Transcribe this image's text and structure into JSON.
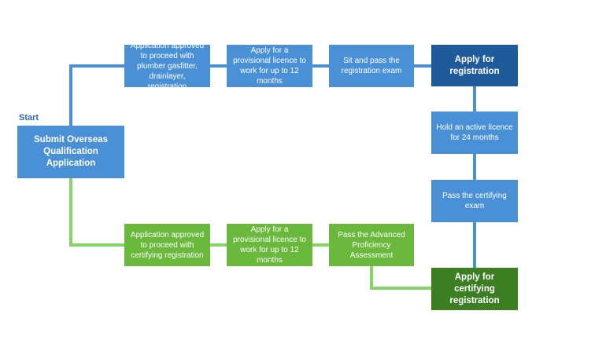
{
  "start_label": "Start",
  "colors": {
    "blue": "#4a90d6",
    "dark_blue": "#1f5a9a",
    "green": "#6ab93c",
    "dark_green": "#3c7f23",
    "blue_line": "#4a90d6",
    "green_line": "#86d46a"
  },
  "nodes": {
    "submit": "Submit Overseas Qualification Application",
    "approved_registration": "Application approved to proceed with plumber gasfitter, drainlayer, registration",
    "provisional_registration": "Apply for a provisional licence to work for up to 12 months",
    "registration_exam": "Sit and pass the registration exam",
    "apply_registration": "Apply for registration",
    "active_licence": "Hold an active licence for 24 months",
    "certifying_exam": "Pass the certifying exam",
    "approved_certifying": "Application approved to proceed with certifying registration",
    "provisional_certifying": "Apply for a provisional licence to work for up to 12 months",
    "advanced_assessment": "Pass the Advanced Proficiency Assessment",
    "apply_certifying": "Apply for certifying registration"
  }
}
